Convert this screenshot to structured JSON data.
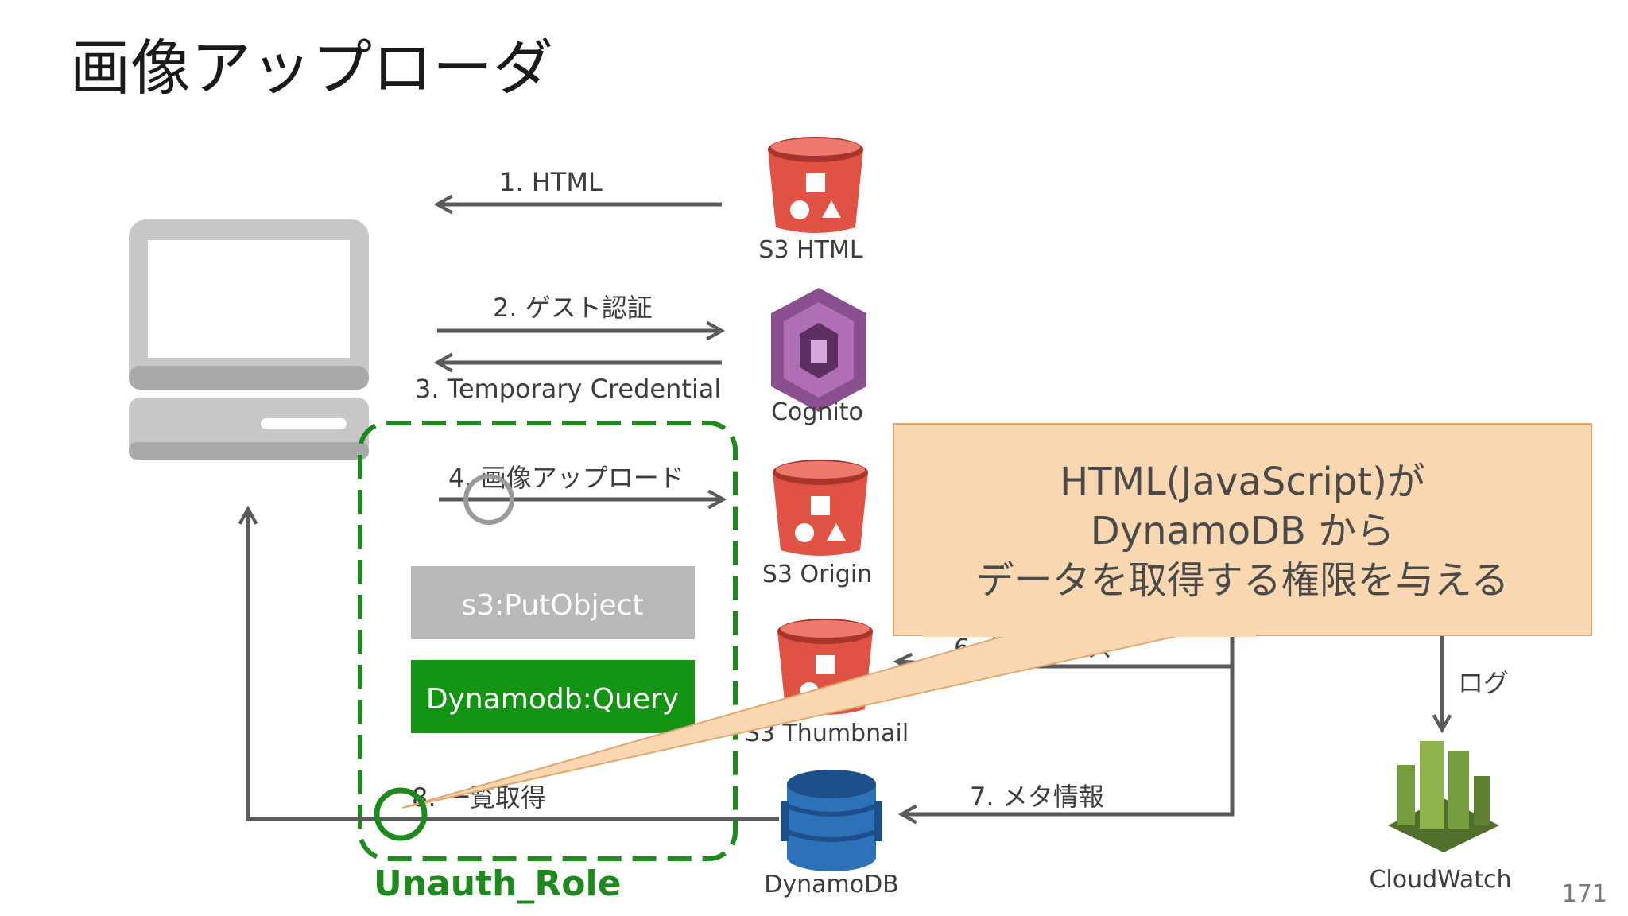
{
  "slide": {
    "title": "画像アップローダ",
    "page_number": "171"
  },
  "services": {
    "s3_html": "S3 HTML",
    "cognito": "Cognito",
    "s3_origin": "S3 Origin",
    "s3_thumbnail": "S3 Thumbnail",
    "dynamodb": "DynamoDB",
    "cloudwatch": "CloudWatch"
  },
  "arrows": {
    "step1": "1. HTML",
    "step2": "2. ゲスト認証",
    "step3": "3. Temporary Credential",
    "step4": "4. 画像アップロード",
    "step6": "6. サムネイス",
    "step7": "7. メタ情報",
    "step8": "8. 一覧取得",
    "log": "ログ"
  },
  "role": {
    "name": "Unauth_Role",
    "permissions": [
      "s3:PutObject",
      "Dynamodb:Query"
    ]
  },
  "callout": {
    "lines": [
      "HTML(JavaScript)が",
      "DynamoDB から",
      "データを取得する権限を与える"
    ]
  },
  "colors": {
    "arrow": "#5a5a5a",
    "s3_red": "#e05243",
    "cognito_purple": "#8a4f8f",
    "dynamo_blue": "#2d72b8",
    "cloudwatch_green": "#759c3e",
    "role_green": "#1e8a1e",
    "permission_gray": "#b8b8b8",
    "callout_fill": "#f9d7b0",
    "callout_border": "#e0a870"
  }
}
